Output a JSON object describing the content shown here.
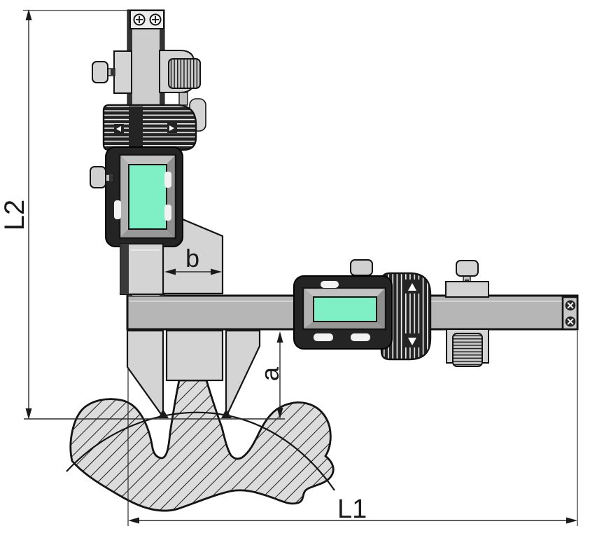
{
  "labels": {
    "overall_length": "L1",
    "overall_height": "L2",
    "tooth_depth": "a",
    "tooth_width": "b"
  },
  "colors": {
    "bg": "#ffffff",
    "outline": "#141414",
    "light": "#d4d4d4",
    "beam": "#b6b6b6",
    "dark": "#242424",
    "lcd": "#7ff0c6",
    "bevel": "#a3a3a3",
    "gear": "#dcdcdc",
    "dim": "#2b2b2b"
  },
  "icons": {
    "screws": "cross-screw-icon",
    "markers": "triangle-marker-icon",
    "arrows": "dimension-arrowhead-icon"
  }
}
